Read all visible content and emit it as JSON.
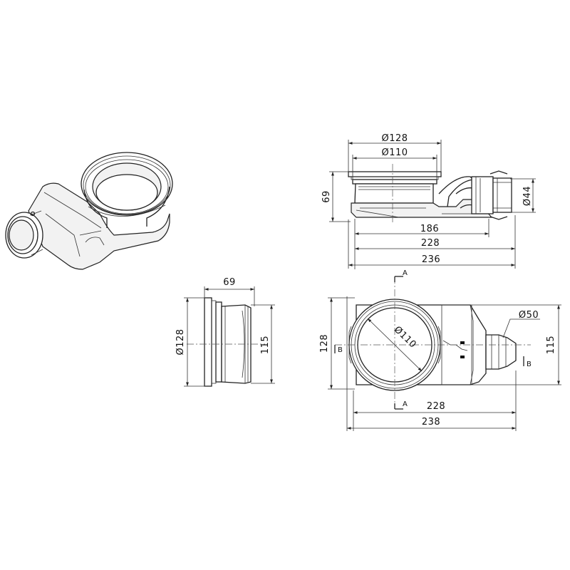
{
  "views": {
    "iso": {},
    "side": {
      "dims": {
        "d128": "Ø128",
        "d110": "Ø110",
        "h69": "69",
        "d44": "Ø44",
        "w186": "186",
        "w228": "228",
        "w236": "236"
      }
    },
    "front": {
      "dims": {
        "w69": "69",
        "d128": "Ø128",
        "h115": "115"
      }
    },
    "top": {
      "dims": {
        "d110": "Ø110",
        "d50": "Ø50",
        "h128": "128",
        "h115": "115",
        "w228": "228",
        "w238": "238"
      },
      "section_marks": {
        "a_top": "A",
        "a_bottom": "A",
        "b_left": "B",
        "b_right": "B"
      }
    }
  }
}
